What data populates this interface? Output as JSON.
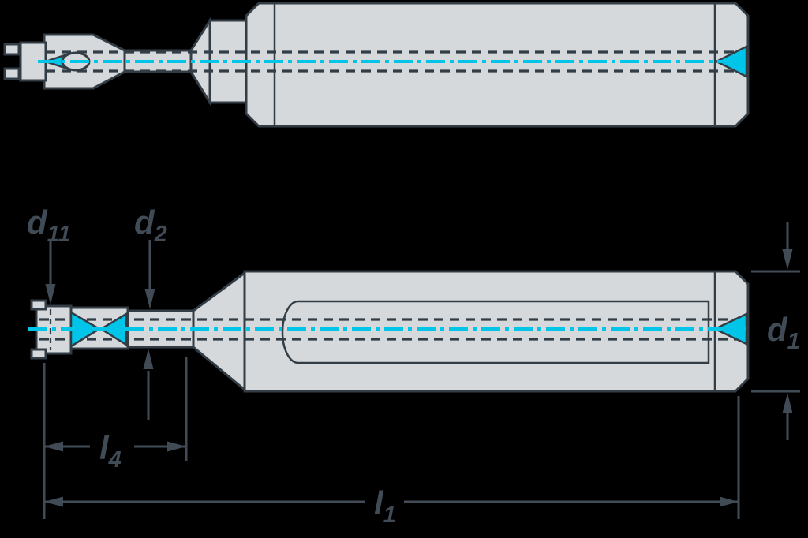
{
  "dims": {
    "d11": {
      "base": "d",
      "sub": "11"
    },
    "d2": {
      "base": "d",
      "sub": "2"
    },
    "d1": {
      "base": "d",
      "sub": "1"
    },
    "l4": {
      "base": "l",
      "sub": "4"
    },
    "l1": {
      "base": "l",
      "sub": "1"
    }
  },
  "colors": {
    "background": "#000000",
    "line": "#333d46",
    "dimension": "#404b56",
    "tool_fill": "#d5d9db",
    "accent_cyan": "#00c4e8"
  }
}
